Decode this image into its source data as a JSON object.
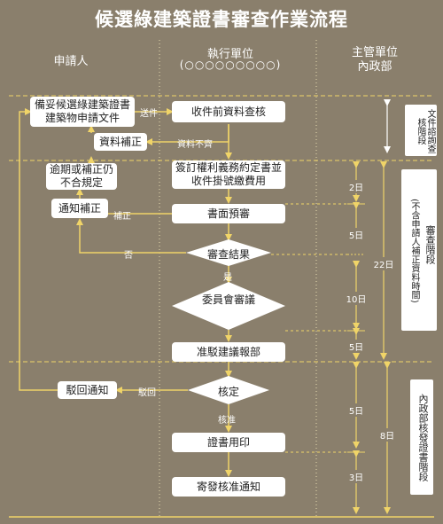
{
  "title": "候選綠建築證書審查作業流程",
  "columns": {
    "applicant": "申請人",
    "executor": "執行單位",
    "executor_sub": "(○○○○○○○○○)",
    "authority_line1": "主管單位",
    "authority_line2": "內政部"
  },
  "nodes": {
    "prepare_docs": "備妥候選綠建築證書建築物申請文件",
    "pre_check": "收件前資料查核",
    "supplement": "資料補正",
    "sign_contract": "簽訂權利義務約定書並收件掛號繳費用",
    "overdue": "逾期或補正仍不合規定",
    "written_review": "書面預審",
    "notify_supplement": "通知補正",
    "review_result": "審查結果",
    "committee": "委員會審議",
    "report": "准駁建議報部",
    "reject_notice": "駁回通知",
    "approve": "核定",
    "cert_seal": "證書用印",
    "send_notice": "寄發核准通知"
  },
  "edge_labels": {
    "send": "送件",
    "incomplete": "資料不齊",
    "correct": "補正",
    "no": "否",
    "yes": "是",
    "reject": "駁回",
    "approved": "核准"
  },
  "durations": {
    "d_contract_review": "2日",
    "d_review_result": "5日",
    "d_committee": "10日",
    "d_report": "5日",
    "d_review_total": "22日",
    "d_cert": "5日",
    "d_notice": "3日",
    "d_issue_total": "8日"
  },
  "stages": {
    "doc_check": "文件諮詢查核階段",
    "review": "審查階段",
    "review_note": "(不含申請人補正資料時間)",
    "issue": "內政部核發證書階段"
  },
  "colors": {
    "background": "#8a7f6c",
    "line": "#f0d468",
    "box": "#ffffff"
  }
}
